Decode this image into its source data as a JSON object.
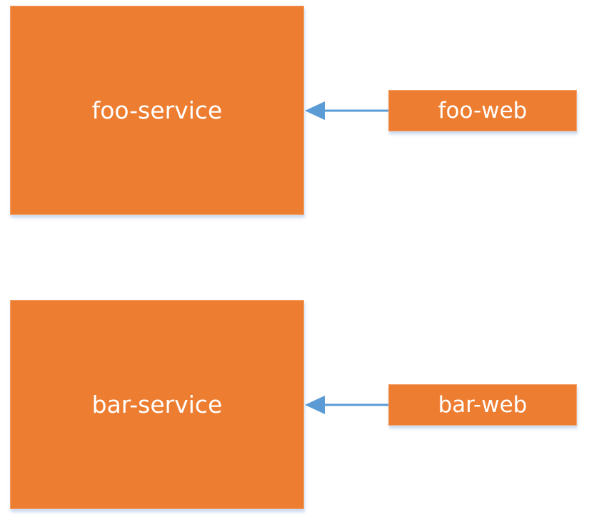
{
  "colors": {
    "box_fill": "#ed7d31",
    "box_text": "#ffffff",
    "arrow": "#5b9bd5"
  },
  "nodes": {
    "foo_service": "foo-service",
    "foo_web": "foo-web",
    "bar_service": "bar-service",
    "bar_web": "bar-web"
  },
  "edges": [
    {
      "from": "foo-web",
      "to": "foo-service"
    },
    {
      "from": "bar-web",
      "to": "bar-service"
    }
  ]
}
